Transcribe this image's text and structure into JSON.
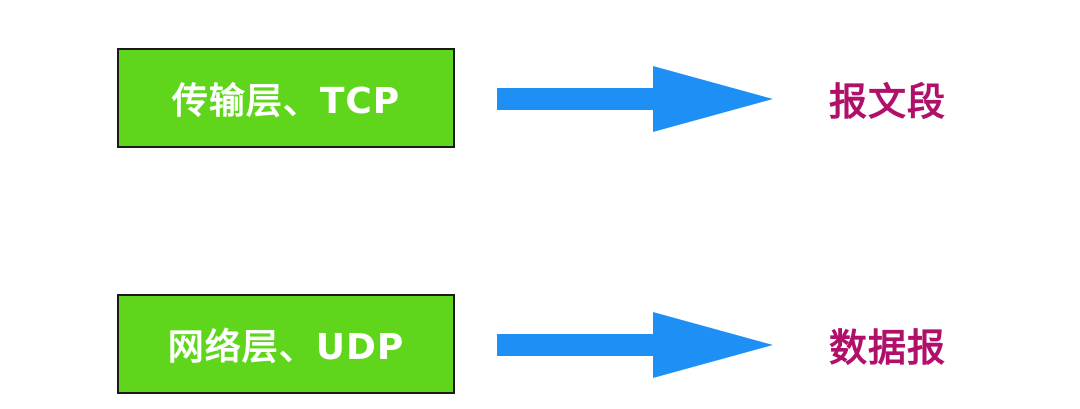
{
  "colors": {
    "box_fill": "#5fd61c",
    "box_border": "#1a1a1a",
    "box_text": "#ffffff",
    "arrow": "#1e8ff5",
    "unit_text": "#b0106a"
  },
  "rows": [
    {
      "layer": "传输层、TCP",
      "unit": "报文段",
      "arrow_icon": "right-arrow-icon"
    },
    {
      "layer": "网络层、UDP",
      "unit": "数据报",
      "arrow_icon": "right-arrow-icon"
    }
  ]
}
